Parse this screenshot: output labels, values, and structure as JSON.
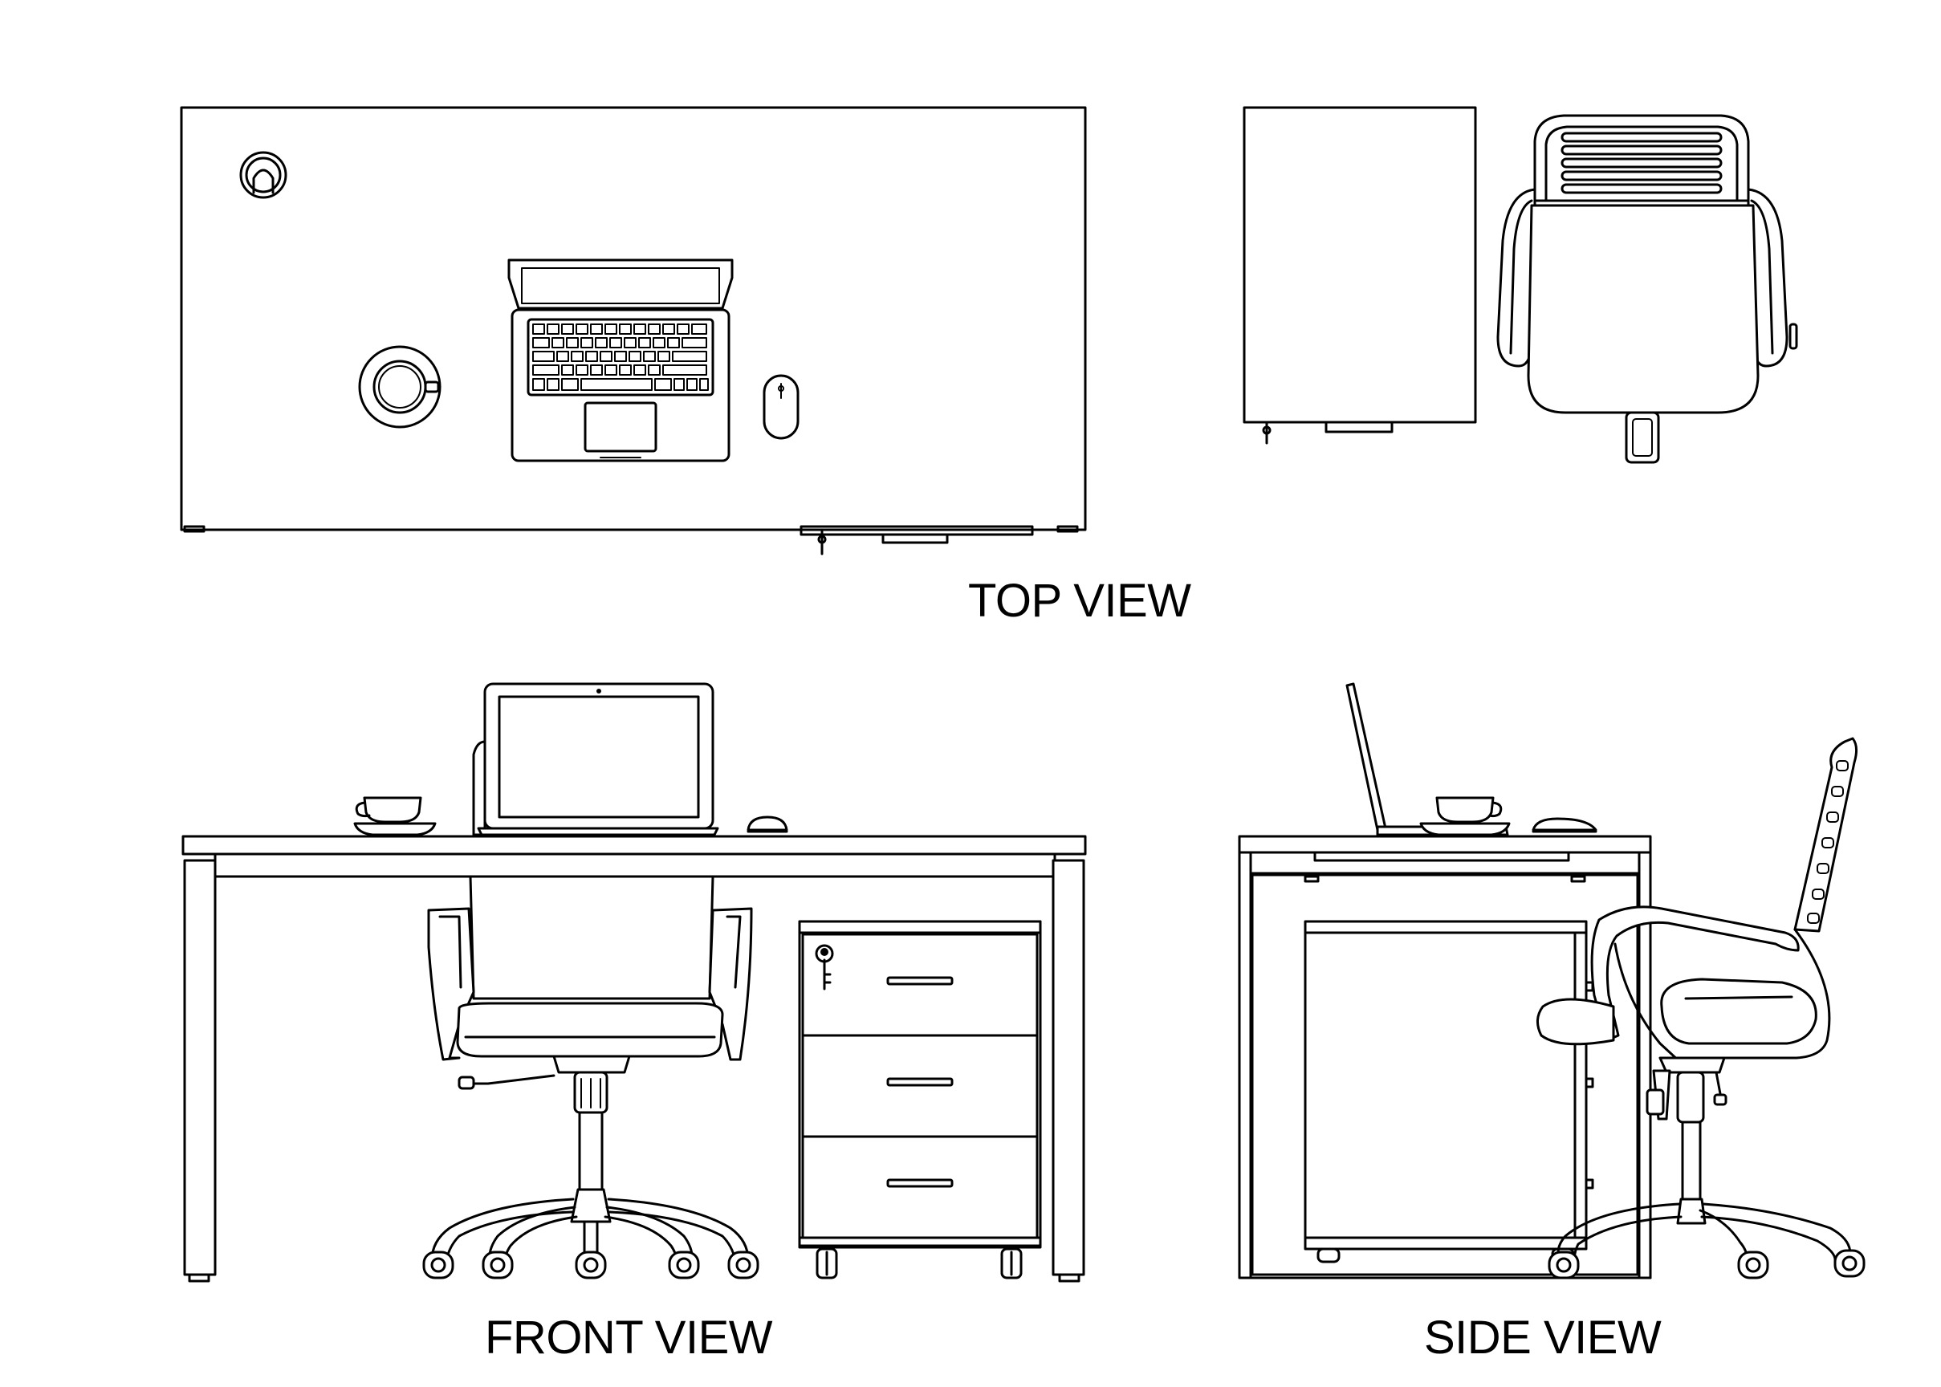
{
  "labels": {
    "top_view": "TOP VIEW",
    "front_view": "FRONT VIEW",
    "side_view": "SIDE VIEW"
  },
  "colors": {
    "line": "#000000",
    "background": "#ffffff"
  }
}
